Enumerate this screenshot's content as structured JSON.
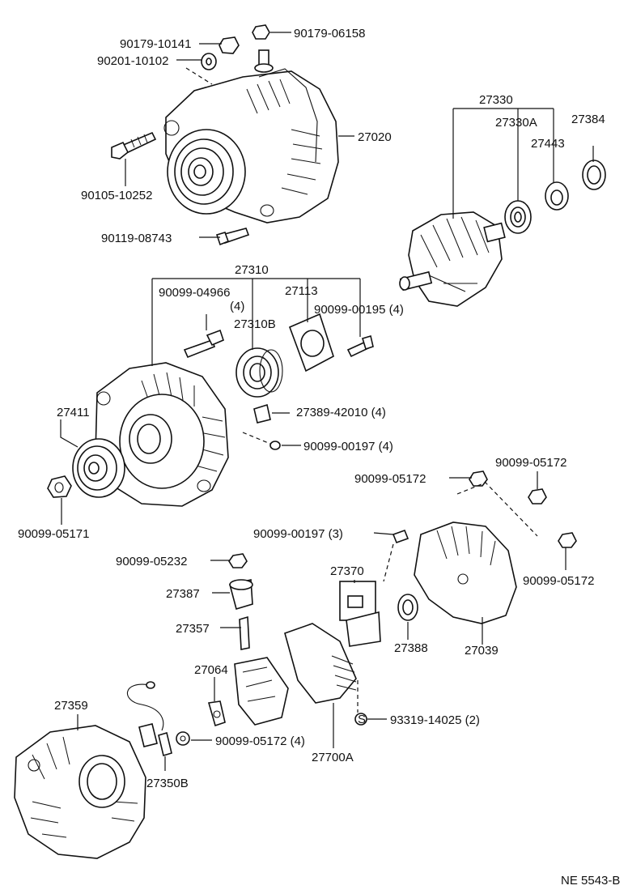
{
  "diagram": {
    "doc_code": "NE 5543-B",
    "labels": {
      "l_90179_10141": "90179-10141",
      "l_90179_06158": "90179-06158",
      "l_90201_10102": "90201-10102",
      "l_27020": "27020",
      "l_90105_10252": "90105-10252",
      "l_90119_08743": "90119-08743",
      "l_27330": "27330",
      "l_27330A": "27330A",
      "l_27384": "27384",
      "l_27443": "27443",
      "l_27310": "27310",
      "l_90099_04966": "90099-04966",
      "l_qty4a": "(4)",
      "l_27113": "27113",
      "l_90099_00195": "90099-00195 (4)",
      "l_27310B": "27310B",
      "l_27411": "27411",
      "l_27389_42010": "27389-42010 (4)",
      "l_90099_00197_4": "90099-00197 (4)",
      "l_90099_05171": "90099-05171",
      "l_90099_05172_a": "90099-05172",
      "l_90099_05172_b": "90099-05172",
      "l_90099_00197_3": "90099-00197 (3)",
      "l_90099_05172_c": "90099-05172",
      "l_90099_05232": "90099-05232",
      "l_27370": "27370",
      "l_27387": "27387",
      "l_27357": "27357",
      "l_27388": "27388",
      "l_27039": "27039",
      "l_27064": "27064",
      "l_27359": "27359",
      "l_93319_14025": "93319-14025 (2)",
      "l_90099_05172_4": "90099-05172 (4)",
      "l_27700A": "27700A",
      "l_27350B": "27350B",
      "s_symbol": "S"
    }
  }
}
